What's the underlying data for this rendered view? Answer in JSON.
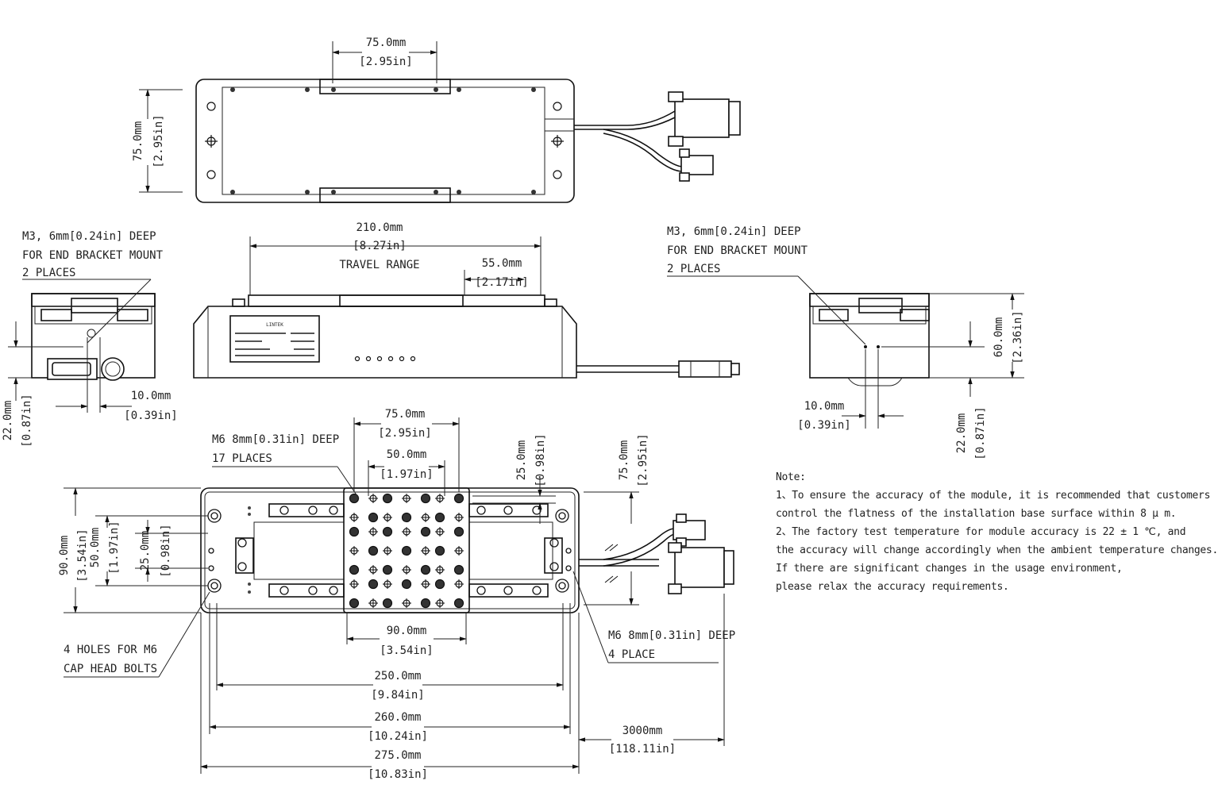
{
  "top_view": {
    "width_mm": "75.0mm",
    "width_in": "[2.95in]",
    "height_mm": "75.0mm",
    "height_in": "[2.95in]"
  },
  "side_view": {
    "travel_mm": "210.0mm",
    "travel_in": "[8.27in]",
    "travel_label": "TRAVEL RANGE",
    "offset_mm": "55.0mm",
    "offset_in": "[2.17in]"
  },
  "left_end_view": {
    "callout": [
      "M3, 6mm[0.24in] DEEP",
      "FOR END BRACKET MOUNT",
      "2 PLACES"
    ],
    "h_mm": "10.0mm",
    "h_in": "[0.39in]",
    "v_mm": "22.0mm",
    "v_in": "[0.87in]"
  },
  "right_end_view": {
    "callout": [
      "M3, 6mm[0.24in] DEEP",
      "FOR END BRACKET MOUNT",
      "2 PLACES"
    ],
    "height_mm": "60.0mm",
    "height_in": "[2.36in]",
    "h_mm": "10.0mm",
    "h_in": "[0.39in]",
    "v_mm": "22.0mm",
    "v_in": "[0.87in]"
  },
  "bottom_view": {
    "carriage_w_mm": "75.0mm",
    "carriage_w_in": "[2.95in]",
    "pitch_mm": "50.0mm",
    "pitch_in": "[1.97in]",
    "callout_top": [
      "M6 8mm[0.31in] DEEP",
      "17 PLACES"
    ],
    "v25_mm": "25.0mm",
    "v25_in": "[0.98in]",
    "v75_mm": "75.0mm",
    "v75_in": "[2.95in]",
    "h90_mm": "90.0mm",
    "h90_in": "[3.54in]",
    "l90_mm": "90.0mm",
    "l90_in": "[3.54in]",
    "l50_mm": "50.0mm",
    "l50_in": "[1.97in]",
    "l25_mm": "25.0mm",
    "l25_in": "[0.98in]",
    "callout_left": [
      "4 HOLES FOR M6",
      "CAP HEAD BOLTS"
    ],
    "callout_right": [
      "M6 8mm[0.31in] DEEP",
      "4 PLACE"
    ],
    "d250_mm": "250.0mm",
    "d250_in": "[9.84in]",
    "d260_mm": "260.0mm",
    "d260_in": "[10.24in]",
    "d275_mm": "275.0mm",
    "d275_in": "[10.83in]",
    "cable_mm": "3000mm",
    "cable_in": "[118.11in]"
  },
  "label_plate": {
    "brand": "LINTEK"
  },
  "notes": {
    "title": "Note:",
    "lines": [
      "1、To ensure the accuracy of the module, it is recommended that customers",
      "control the flatness of the installation base surface within 8 μ m.",
      "2、The factory test temperature for module accuracy is 22 ± 1 ℃, and",
      "the accuracy will change accordingly when the ambient temperature changes.",
      "If there are significant changes in the usage environment,",
      "please relax the accuracy requirements."
    ]
  }
}
